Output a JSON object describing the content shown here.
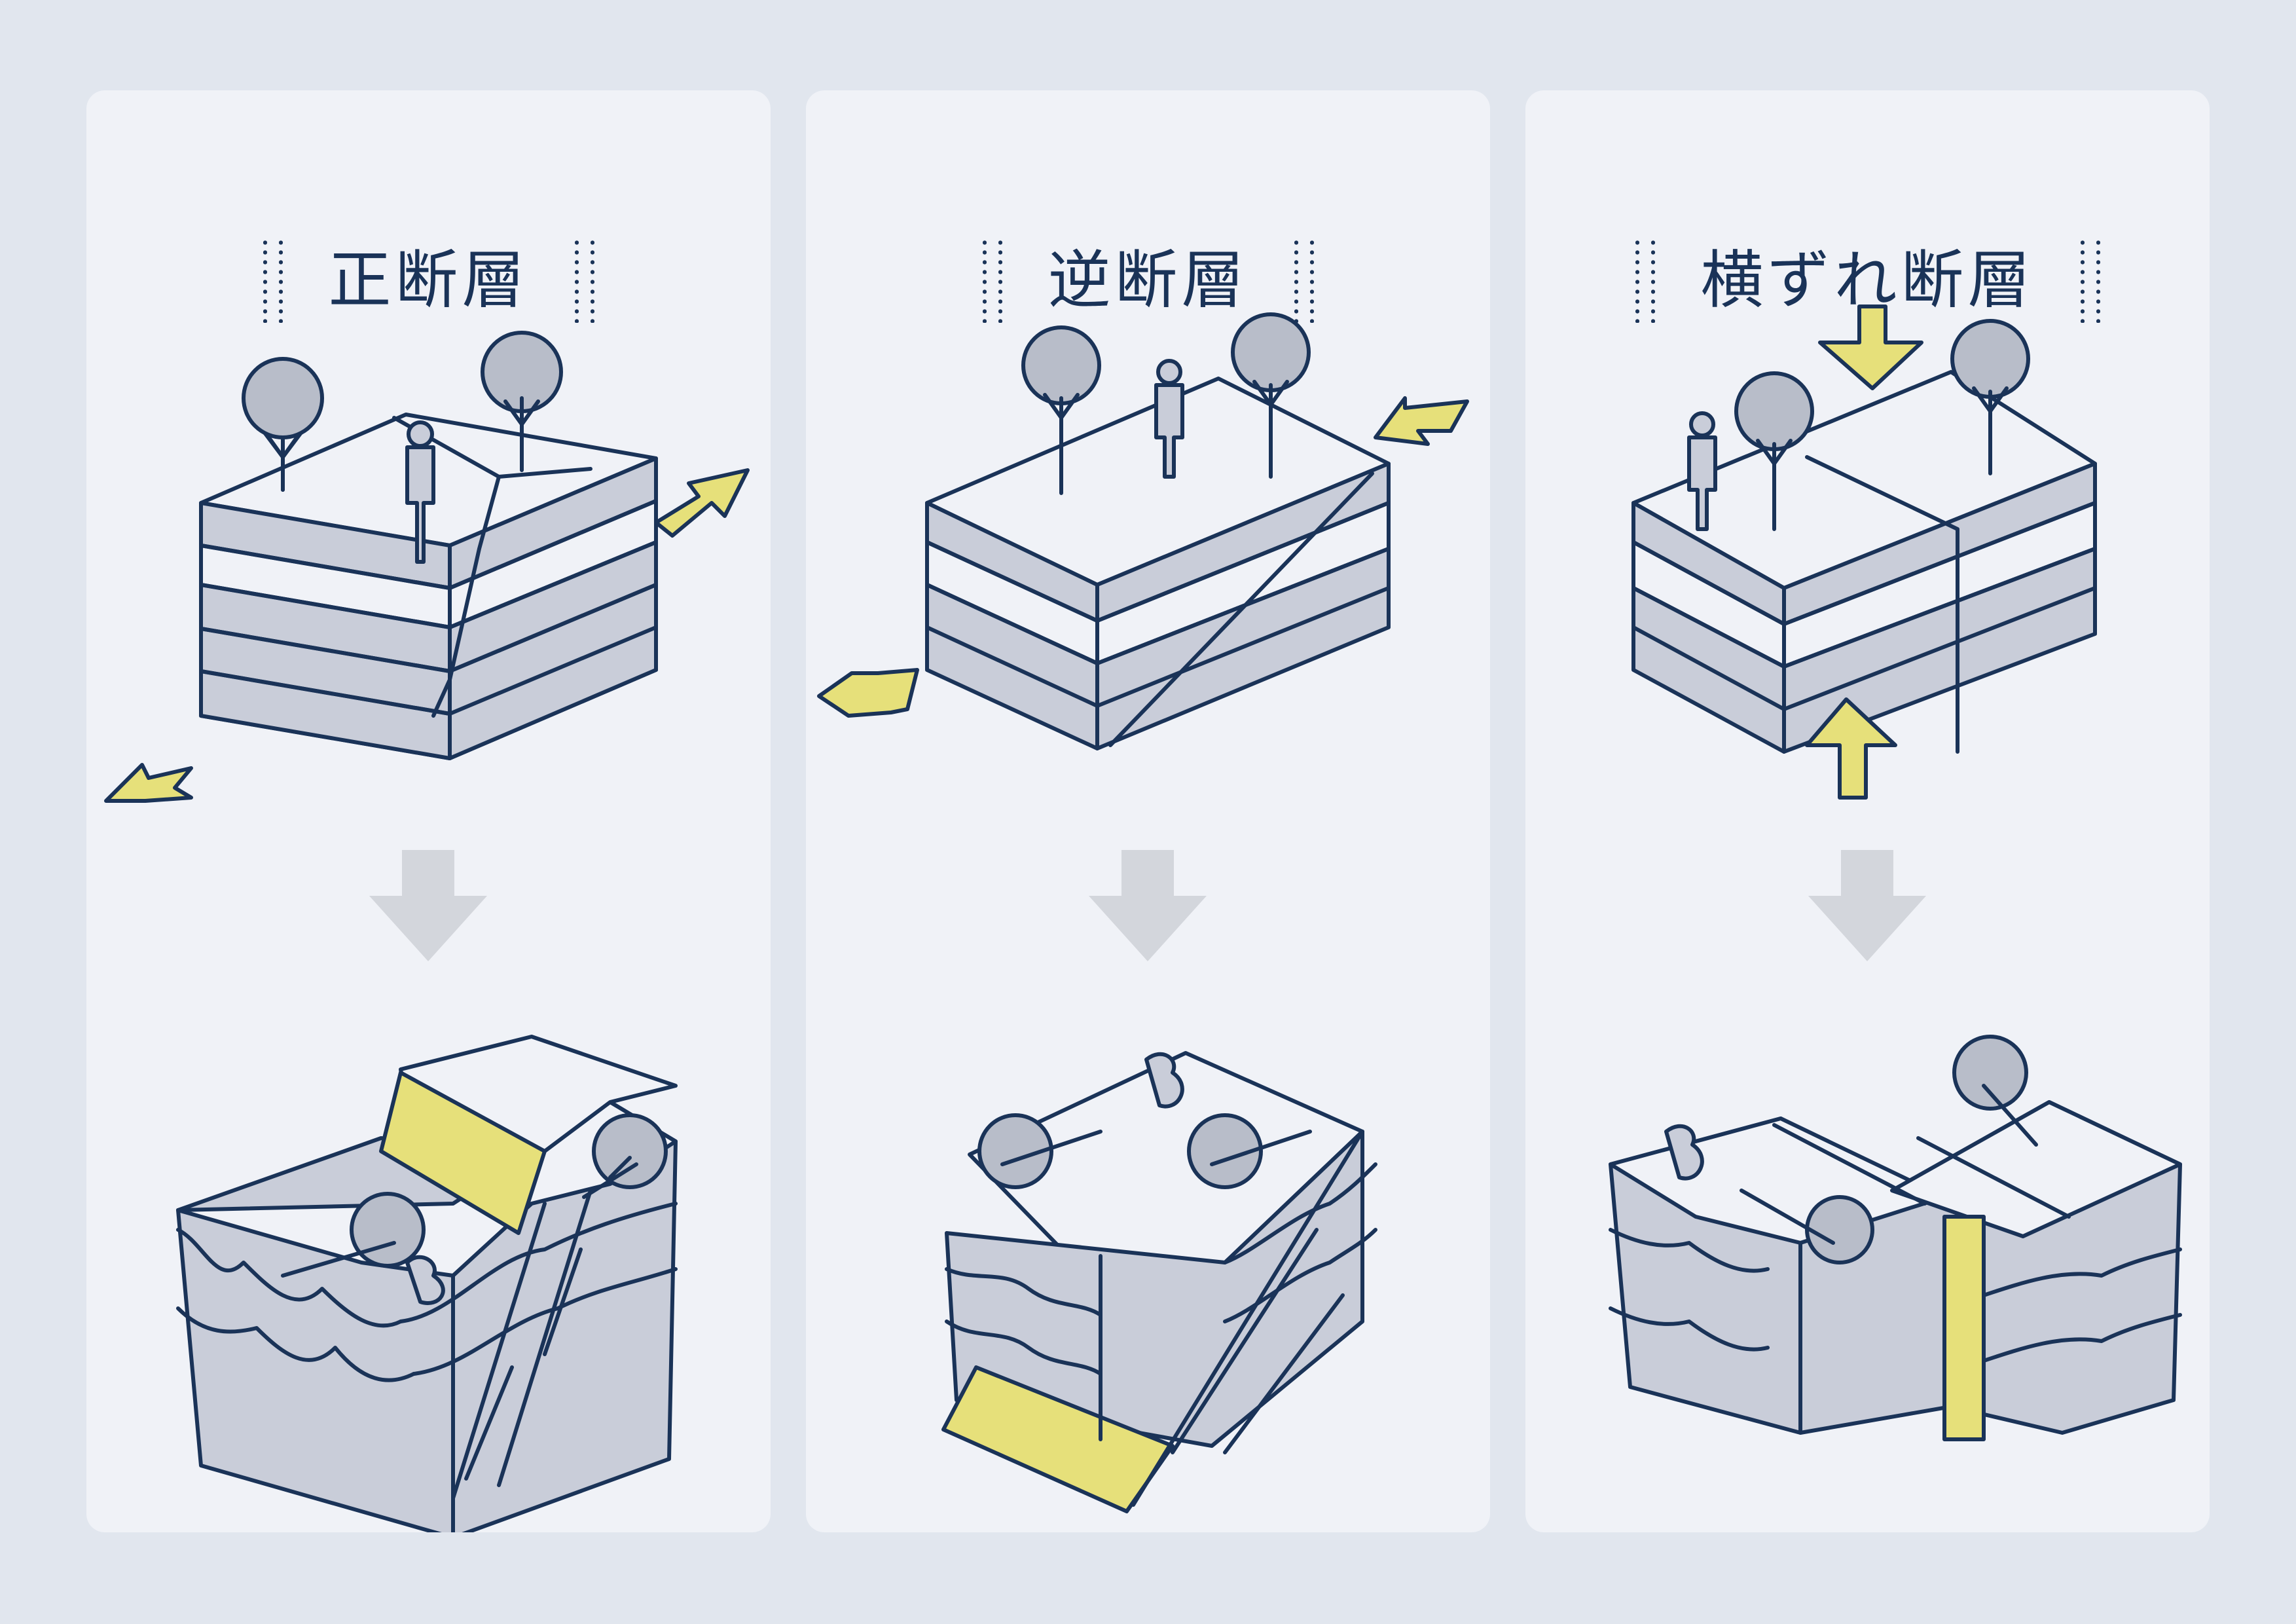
{
  "panels": [
    {
      "title": "正断層"
    },
    {
      "title": "逆断層"
    },
    {
      "title": "横ずれ断層"
    }
  ],
  "colors": {
    "background": "#e1e6ee",
    "panel": "#f0f2f7",
    "ink": "#1a3358",
    "layer_fill": "#c9cdd9",
    "tree_fill": "#b8bdc9",
    "arrow_yellow": "#e6e07a",
    "down_arrow_gray": "#d3d6dc"
  },
  "icons": [
    "tree-icon",
    "person-icon",
    "force-arrow-icon",
    "down-arrow-icon"
  ]
}
